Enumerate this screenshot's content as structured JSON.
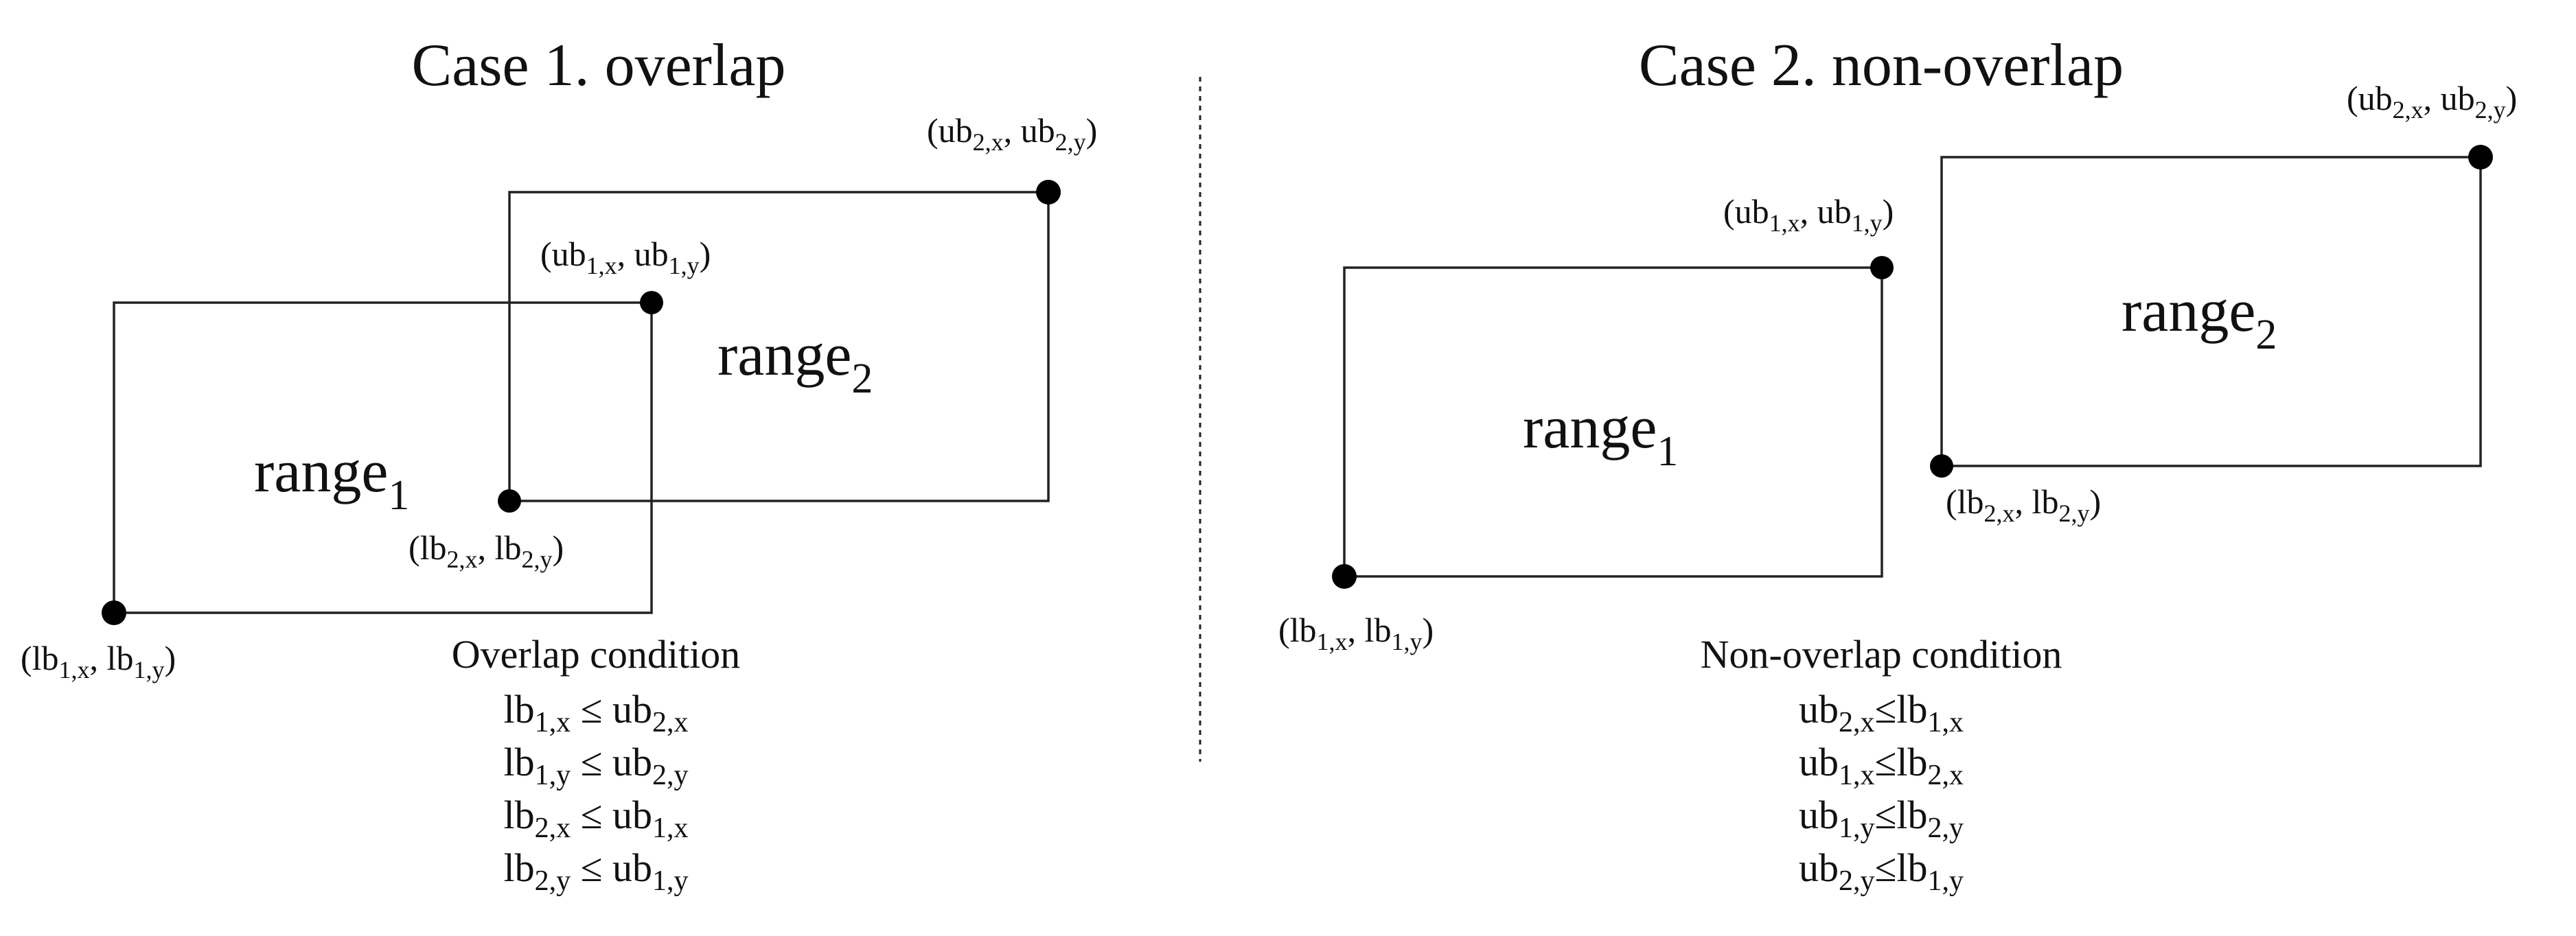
{
  "case1": {
    "title": "Case 1. overlap",
    "range1": {
      "base": "range",
      "sub": "1"
    },
    "range2": {
      "base": "range",
      "sub": "2"
    },
    "points": {
      "lb1": {
        "open": "(lb",
        "sub1": "1,x",
        "mid": ", lb",
        "sub2": "1,y",
        "close": ")"
      },
      "ub1": {
        "open": "(ub",
        "sub1": "1,x",
        "mid": ", ub",
        "sub2": "1,y",
        "close": ")"
      },
      "lb2": {
        "open": "(lb",
        "sub1": "2,x",
        "mid": ", lb",
        "sub2": "2,y",
        "close": ")"
      },
      "ub2": {
        "open": "(ub",
        "sub1": "2,x",
        "mid": ", ub",
        "sub2": "2,y",
        "close": ")"
      }
    },
    "condition_title": "Overlap condition",
    "conditions": [
      {
        "lhs": "lb",
        "lsub": "1,x",
        "op": " ≤ ",
        "rhs": "ub",
        "rsub": "2,x"
      },
      {
        "lhs": "lb",
        "lsub": "1,y",
        "op": " ≤ ",
        "rhs": "ub",
        "rsub": "2,y"
      },
      {
        "lhs": "lb",
        "lsub": "2,x",
        "op": " ≤ ",
        "rhs": "ub",
        "rsub": "1,x"
      },
      {
        "lhs": "lb",
        "lsub": "2,y",
        "op": " ≤ ",
        "rhs": "ub",
        "rsub": "1,y"
      }
    ]
  },
  "case2": {
    "title": "Case 2. non-overlap",
    "range1": {
      "base": "range",
      "sub": "1"
    },
    "range2": {
      "base": "range",
      "sub": "2"
    },
    "points": {
      "lb1": {
        "open": "(lb",
        "sub1": "1,x",
        "mid": ", lb",
        "sub2": "1,y",
        "close": ")"
      },
      "ub1": {
        "open": "(ub",
        "sub1": "1,x",
        "mid": ", ub",
        "sub2": "1,y",
        "close": ")"
      },
      "lb2": {
        "open": "(lb",
        "sub1": "2,x",
        "mid": ", lb",
        "sub2": "2,y",
        "close": ")"
      },
      "ub2": {
        "open": "(ub",
        "sub1": "2,x",
        "mid": ", ub",
        "sub2": "2,y",
        "close": ")"
      }
    },
    "condition_title": "Non-overlap condition",
    "conditions": [
      {
        "lhs": "ub",
        "lsub": "2,x",
        "op": "≤",
        "rhs": "lb",
        "rsub": "1,x"
      },
      {
        "lhs": "ub",
        "lsub": "1,x",
        "op": "≤",
        "rhs": "lb",
        "rsub": "2,x"
      },
      {
        "lhs": "ub",
        "lsub": "1,y",
        "op": "≤",
        "rhs": "lb",
        "rsub": "2,y"
      },
      {
        "lhs": "ub",
        "lsub": "2,y",
        "op": "≤",
        "rhs": "lb",
        "rsub": "1,y"
      }
    ]
  }
}
